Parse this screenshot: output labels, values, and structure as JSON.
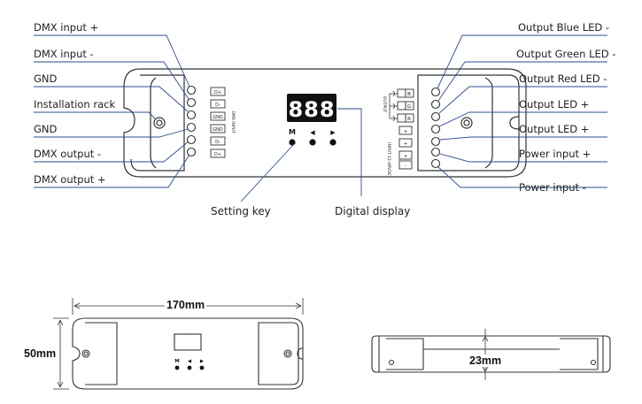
{
  "left_labels": [
    "DMX input +",
    "DMX input -",
    "GND",
    "Installation rack",
    "GND",
    "DMX output -",
    "DMX output +"
  ],
  "right_labels": [
    "Output Blue LED -",
    "Output Green LED -",
    "Output Red LED -",
    "Output LED +",
    "Output LED +",
    "Power input +",
    "Power input -"
  ],
  "captions": {
    "setting_key": "Setting key",
    "digital_display": "Digital display"
  },
  "display_digits": "888",
  "keys": {
    "mode": "M",
    "left": "◀",
    "right": "▶"
  },
  "dmx_terminals": [
    "D+",
    "D-",
    "GND",
    "GND",
    "D-",
    "D+"
  ],
  "dmx_side_text": "DMX INPUT",
  "output_terminals": [
    "B",
    "G",
    "R",
    "+",
    "+"
  ],
  "output_side_text": "OUTPUT",
  "power_terminals": [
    "+",
    "-"
  ],
  "power_side_text": "INPUT 12-48VDC",
  "dimensions": {
    "length": "170mm",
    "width": "50mm",
    "height": "23mm"
  },
  "colors": {
    "outline": "#333333",
    "leader_line": "#2a4d8f",
    "display_bg": "#111111",
    "display_digits": "#ffffff"
  }
}
